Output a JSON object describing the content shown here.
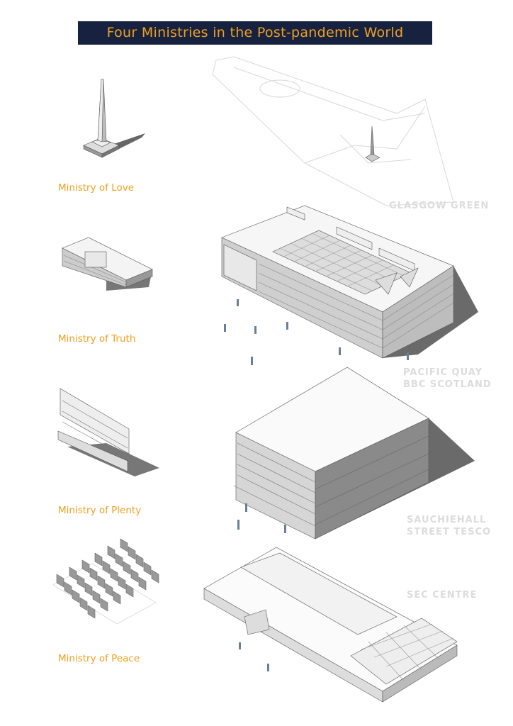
{
  "title": "Four Ministries in the Post-pandemic World",
  "ministries": [
    {
      "label": "Ministry of Love",
      "place": "GLASGOW GREEN"
    },
    {
      "label": "Ministry of Truth",
      "place_line1": "PACIFIC QUAY",
      "place_line2": "BBC SCOTLAND"
    },
    {
      "label": "Ministry of Plenty",
      "place_line1": "SAUCHIEHALL",
      "place_line2": "STREET TESCO"
    },
    {
      "label": "Ministry of Peace",
      "place": "SEC CENTRE"
    }
  ],
  "colors": {
    "title_bg": "#172240",
    "accent": "#f0a020",
    "place_text": "#dcdcdc"
  }
}
